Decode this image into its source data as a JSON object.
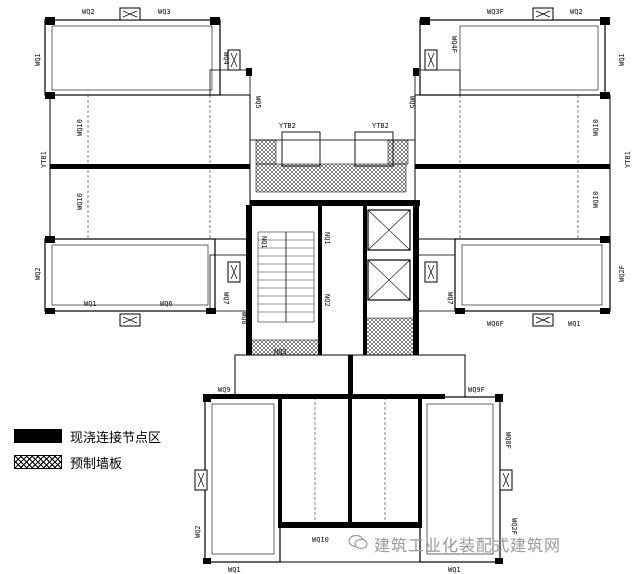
{
  "legend": {
    "cast_joint": "现浇连接节点区",
    "prefab_wall": "预制墙板"
  },
  "watermark": "建筑工业化装配式建筑网",
  "labels": {
    "wq2_tl": "WQ2",
    "wq3_t": "WQ3",
    "wq3f_t": "WQ3F",
    "wq2_tr": "WQ2",
    "wq1_l": "WQ1",
    "wq4": "WQ4",
    "wq4f": "WQ4F",
    "wq1_r": "WQ1",
    "wq5_l": "WQ5",
    "wq5_r": "WQ5",
    "ytb1_l": "YTB1",
    "ytb2_l": "YTB2",
    "ytb2_r": "YTB2",
    "ytb1_r": "YTB1",
    "wq10_l1": "WQ10",
    "wq10_l2": "WQ10",
    "wq10_r1": "WQ10",
    "wq10_r2": "WQ10",
    "nq1_a": "NQ1",
    "nq1_b": "NQ1",
    "nq2": "NQ2",
    "nq3": "NQ3",
    "wq2_l": "WQ2",
    "wq2f_r": "WQ2F",
    "wq1_bl": "WQ1",
    "wq6": "WQ6",
    "wq7_l": "WQ7",
    "wq7_r": "WQ7",
    "wq6f": "WQ6F",
    "wq1_br": "WQ1",
    "wq8": "WQ8",
    "wq9": "WQ9",
    "wq9f": "WQ9F",
    "wq8f": "WQ8F",
    "wq2_bl": "WQ2",
    "wq2f_br": "WQ2F",
    "wq10_b": "WQ10",
    "wq1_bottom_l": "WQ1",
    "wq1_bottom_r": "WQ1"
  }
}
